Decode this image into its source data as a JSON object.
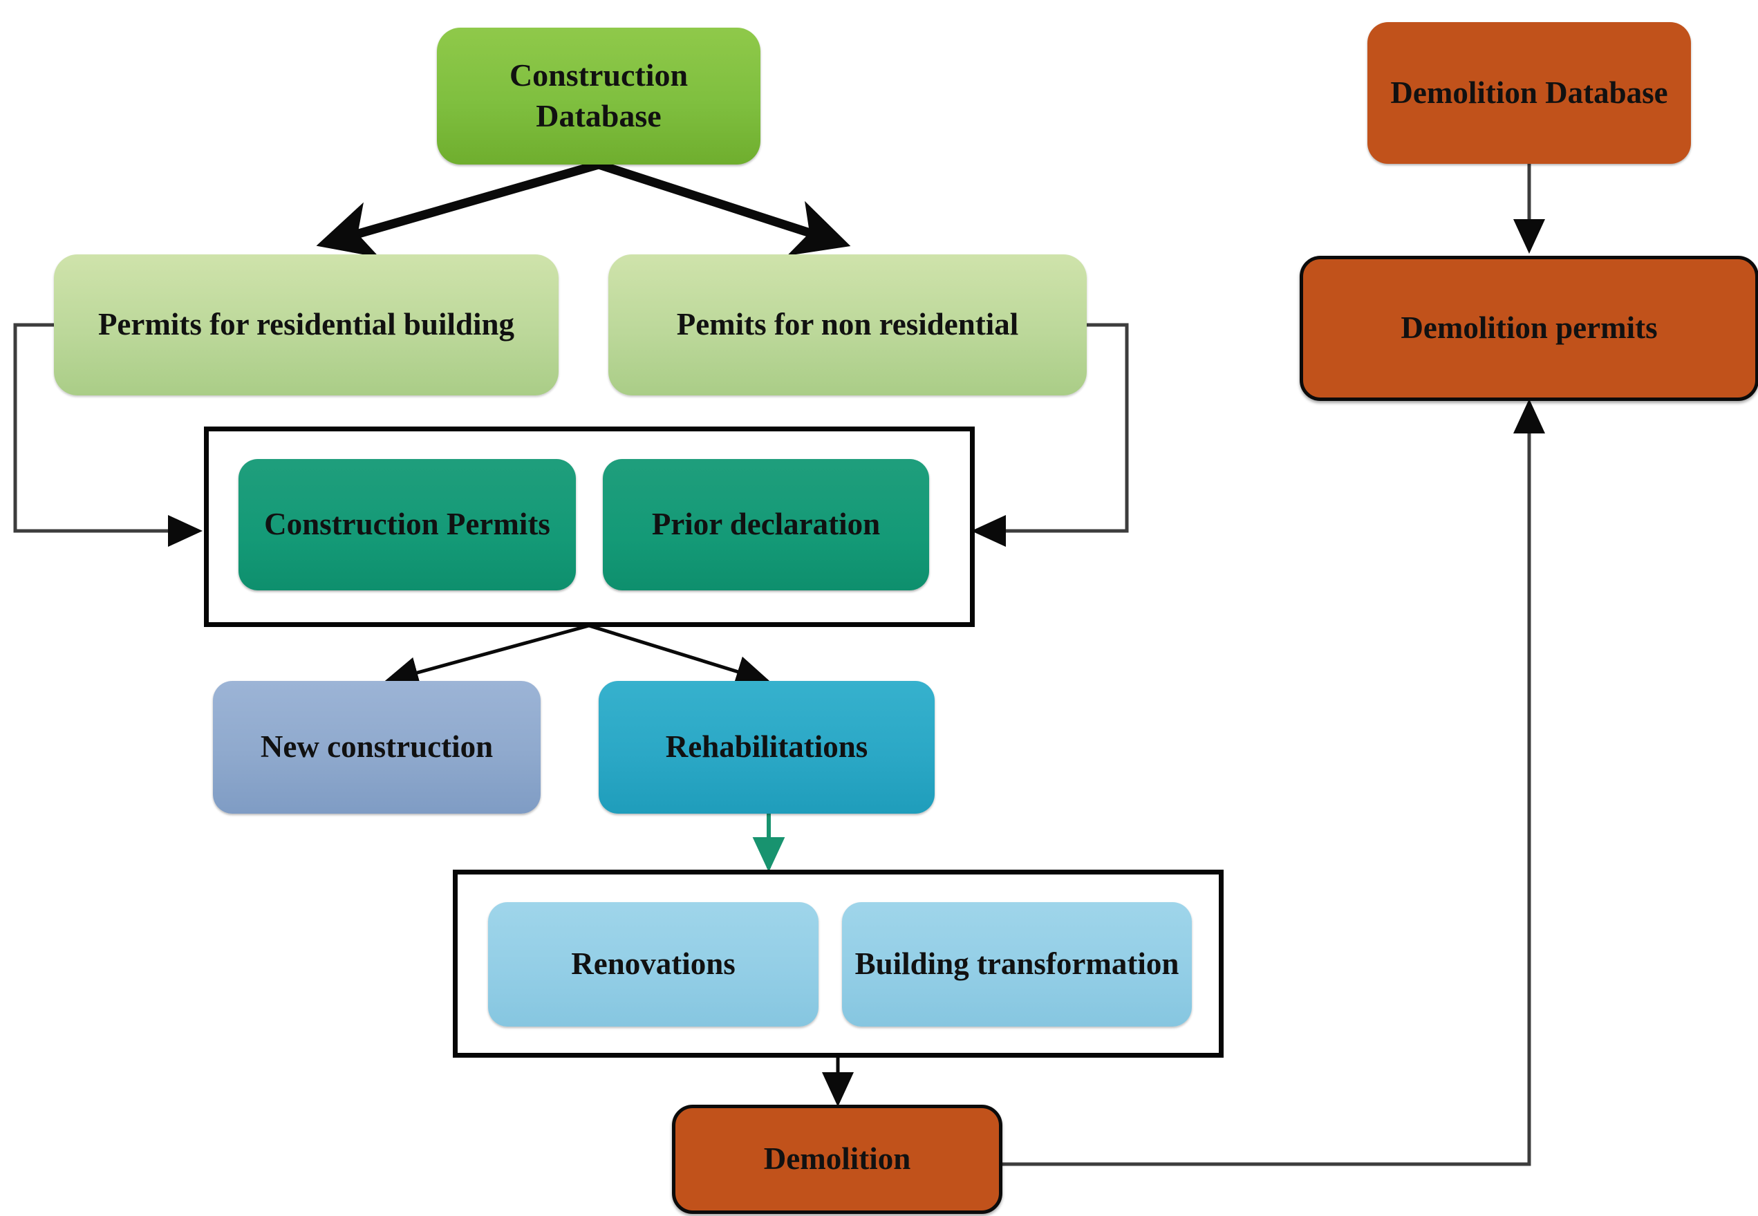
{
  "diagram": {
    "title": "Construction and demolition permits database flowchart",
    "colors": {
      "construction_database": "#7fbf3f",
      "permit_light_green": "#bcd89a",
      "teal": "#149a77",
      "blue_grey": "#8fa9cd",
      "cyan": "#2ba8c6",
      "light_blue": "#93cee6",
      "orange": "#c1521b",
      "outline_black": "#060606",
      "green_arrow": "#18936f"
    },
    "nodes": {
      "construction_database": "Construction Database",
      "permits_residential": "Permits for residential building",
      "permits_non_residential": "Pemits for non residential",
      "construction_permits": "Construction Permits",
      "prior_declaration": "Prior declaration",
      "new_construction": "New construction",
      "rehabilitations": "Rehabilitations",
      "renovations": "Renovations",
      "building_transformation": "Building transformation",
      "demolition": "Demolition",
      "demolition_database": "Demolition Database",
      "demolition_permits": "Demolition permits"
    },
    "edges": [
      {
        "from": "construction_database",
        "to": "permits_residential",
        "style": "thick-black-arrow"
      },
      {
        "from": "construction_database",
        "to": "permits_non_residential",
        "style": "thick-black-arrow"
      },
      {
        "from": "permits_residential",
        "to": "permits_group",
        "style": "thin-elbow-left-arrow"
      },
      {
        "from": "permits_non_residential",
        "to": "permits_group",
        "style": "thin-elbow-right-arrow"
      },
      {
        "from": "permits_group",
        "to": "new_construction",
        "style": "thin-black-arrow"
      },
      {
        "from": "permits_group",
        "to": "rehabilitations",
        "style": "thin-black-arrow"
      },
      {
        "from": "rehabilitations",
        "to": "rehab_group",
        "style": "green-arrow"
      },
      {
        "from": "rehab_group",
        "to": "demolition",
        "style": "thin-black-arrow"
      },
      {
        "from": "demolition",
        "to": "demolition_permits",
        "style": "thin-elbow-up-arrow"
      },
      {
        "from": "demolition_database",
        "to": "demolition_permits",
        "style": "thin-black-arrow"
      }
    ]
  }
}
